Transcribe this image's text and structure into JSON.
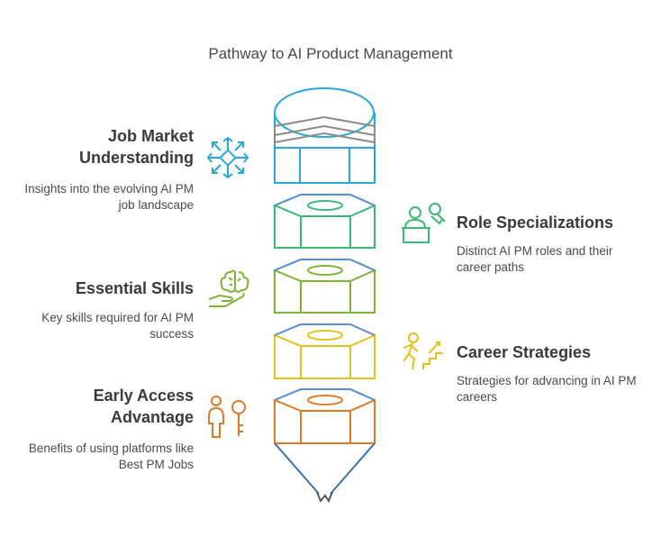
{
  "title": "Pathway to AI Product Management",
  "steps": [
    {
      "heading": "Job Market Understanding",
      "description": "Insights into the evolving AI PM job landscape",
      "side": "left",
      "color": "#2aa7d8",
      "icon": "snowflake-network-icon"
    },
    {
      "heading": "Role Specializations",
      "description": "Distinct AI PM roles and their career paths",
      "side": "right",
      "color": "#3cb878",
      "icon": "presenter-icon"
    },
    {
      "heading": "Essential Skills",
      "description": "Key skills required for AI PM success",
      "side": "left",
      "color": "#7fb23a",
      "icon": "brain-hand-icon"
    },
    {
      "heading": "Career Strategies",
      "description": "Strategies for advancing in AI PM careers",
      "side": "right",
      "color": "#e0c21e",
      "icon": "climbing-stairs-icon"
    },
    {
      "heading": "Early Access Advantage",
      "description": "Benefits of using platforms like Best PM Jobs",
      "side": "left",
      "color": "#dd7a2a",
      "icon": "person-key-icon"
    }
  ]
}
